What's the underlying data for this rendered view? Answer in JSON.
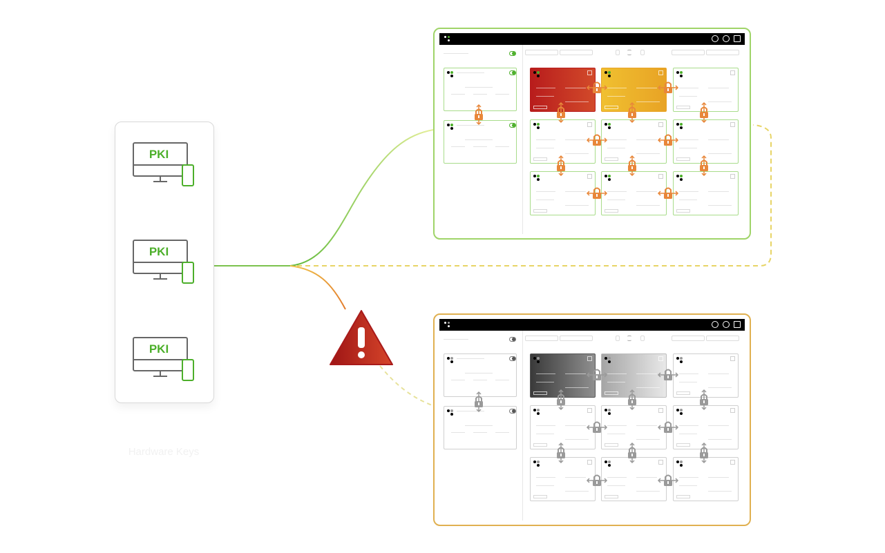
{
  "pki_panel": {
    "devices": [
      {
        "label": "PKI"
      },
      {
        "label": "PKI"
      },
      {
        "label": "PKI"
      }
    ],
    "caption": "Hardware Keys"
  },
  "colors": {
    "green": "#4caf2a",
    "green_line": "#7bc24d",
    "orange": "#e8873a",
    "red": "#b81c1c",
    "yellow": "#f0c030",
    "gray": "#9a9a9a"
  },
  "icons": {
    "monitor": "desktop-monitor-icon",
    "token": "usb-token-icon",
    "lock": "padlock-icon",
    "warning": "warning-triangle-icon",
    "globe": "globe-icon",
    "flag": "flag-icon"
  },
  "windows": [
    {
      "state": "secure",
      "highlighted_cards": [
        "red",
        "yellow"
      ]
    },
    {
      "state": "compromised",
      "highlighted_cards": [
        "dark",
        "light"
      ]
    }
  ]
}
